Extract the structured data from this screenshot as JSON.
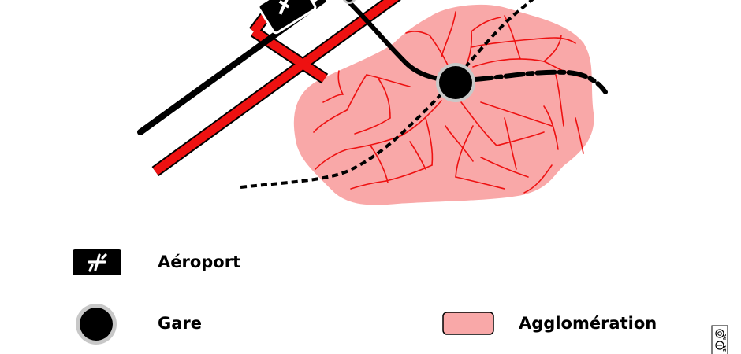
{
  "legend": {
    "airport_label": "Aéroport",
    "station_label": "Gare",
    "urban_area_label": "Agglomération"
  },
  "license_badge": {
    "nc": "NC",
    "sa": "SA"
  },
  "colors": {
    "urban_area_fill": "#f9a8a8",
    "road": "#ee1111",
    "highway": "#ee1111",
    "railway": "#000000",
    "airport_badge": "#000000",
    "station_ring": "#c8c8c8"
  },
  "icons": {
    "airport": "airplane-icon",
    "station": "station-icon",
    "license": "creative-commons-icon"
  }
}
